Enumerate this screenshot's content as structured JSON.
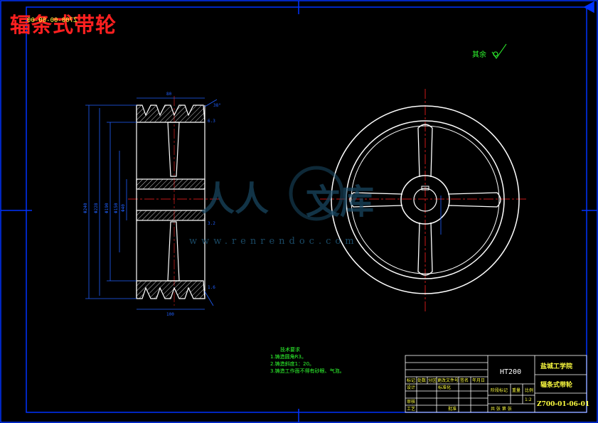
{
  "drawing": {
    "title": "辐条式带轮",
    "code_mirrored": "Z700-00-00-00",
    "finish_note": "其余",
    "watermark_cn": [
      "人人",
      "文库"
    ],
    "watermark_url": "www.renrendoc.com"
  },
  "technical_requirements": {
    "title": "技术要求",
    "items": [
      "1.铸造圆角R3。",
      "2.铸造斜度1：20。",
      "3.铸造工作面不得有砂眼、气泡。"
    ]
  },
  "title_block": {
    "material": "HT200",
    "school": "盐城工学院",
    "part_name": "辐条式带轮",
    "drawing_no": "Z700-01-06-01",
    "scale": "1:2",
    "labels": {
      "mark": "标记",
      "count": "处数",
      "zone": "分区",
      "change_doc": "更改文件号",
      "signature": "签名",
      "date": "年月日",
      "design": "设计",
      "standardize": "标准化",
      "review": "审核",
      "process": "工艺",
      "approve": "批准",
      "stage_mark": "阶段标记",
      "weight": "重量",
      "ratio": "比例",
      "sheets": "共  张  第  张"
    }
  },
  "dimensions": {
    "d1": "Φ240",
    "d2": "Φ228",
    "d3": "Φ190",
    "d4": "Φ150",
    "bore": "Φ40",
    "width": "80",
    "hub_len": "100",
    "groove": "38°",
    "ra1": "6.3",
    "ra2": "3.2",
    "ra3": "1.6"
  },
  "colors": {
    "frame": "#0033ff",
    "lines": "#ffffff",
    "center": "#ff2020",
    "dim": "#2060ff",
    "note": "#30ff30",
    "text_yellow": "#ffff40",
    "title_red": "#ff2020"
  }
}
